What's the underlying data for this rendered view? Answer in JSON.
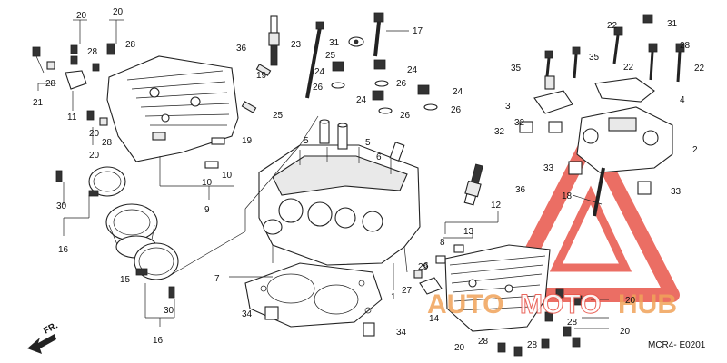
{
  "diagram": {
    "code": "MCR4- E0201",
    "direction_label": "FR.",
    "colors": {
      "ink": "#222222",
      "watermark": "#e8554a",
      "watermark_text": "#f0a35a"
    }
  },
  "watermark": {
    "word_a": "AUTO",
    "word_b": "MOTO",
    "word_c": "HUB"
  },
  "callouts": {
    "n1": "1",
    "n2": "2",
    "n3": "3",
    "n4": "4",
    "n5a": "5",
    "n5b": "5",
    "n6a": "6",
    "n6b": "6",
    "n7": "7",
    "n8": "8",
    "n9": "9",
    "n10a": "10",
    "n10b": "10",
    "n11": "11",
    "n12": "12",
    "n13": "13",
    "n14": "14",
    "n15": "15",
    "n16a": "16",
    "n16b": "16",
    "n17": "17",
    "n18": "18",
    "n19a": "19",
    "n19b": "19",
    "n20a": "20",
    "n20b": "20",
    "n20c": "20",
    "n20d": "20",
    "n20e": "20",
    "n20f": "20",
    "n20g": "20",
    "n21": "21",
    "n22a": "22",
    "n22b": "22",
    "n22c": "22",
    "n23": "23",
    "n24a": "24",
    "n24b": "24",
    "n24c": "24",
    "n24d": "24",
    "n25a": "25",
    "n25b": "25",
    "n26a": "26",
    "n26b": "26",
    "n26c": "26",
    "n26d": "26",
    "n27": "27",
    "n28a": "28",
    "n28b": "28",
    "n28c": "28",
    "n28d": "28",
    "n28e": "28",
    "n28f": "28",
    "n28g": "28",
    "n28h": "28",
    "n29": "29",
    "n30a": "30",
    "n30b": "30",
    "n31a": "31",
    "n31b": "31",
    "n32a": "32",
    "n32b": "32",
    "n33a": "33",
    "n33b": "33",
    "n34a": "34",
    "n34b": "34",
    "n35a": "35",
    "n35b": "35",
    "n36a": "36",
    "n36b": "36"
  }
}
